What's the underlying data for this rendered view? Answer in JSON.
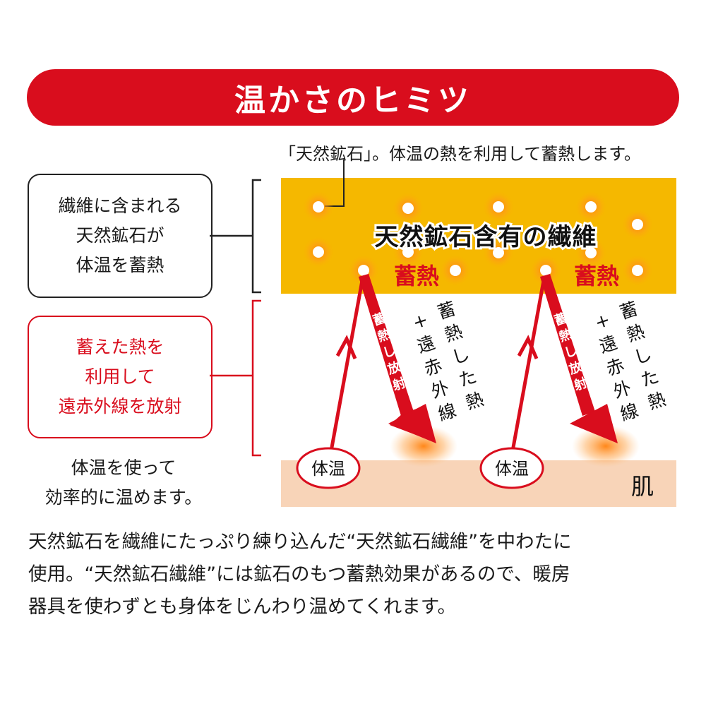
{
  "title": "温かさのヒミツ",
  "top_note": "「天然鉱石」。体温の熱を利用して蓄熱します。",
  "left_box_1": {
    "lines": [
      "繊維に含まれる",
      "天然鉱石が",
      "体温を蓄熱"
    ]
  },
  "left_box_2": {
    "lines": [
      "蓄えた熱を",
      "利用して",
      "遠赤外線を放射"
    ]
  },
  "left_caption": {
    "lines": [
      "体温を使って",
      "効率的に温めます。"
    ]
  },
  "diagram": {
    "fiber_label": "天然鉱石含有の繊維",
    "storage_label": "蓄熱",
    "arrow_label": [
      "蓄",
      "熱",
      "し",
      "放",
      "射"
    ],
    "side_label_col1": [
      "蓄",
      "熱",
      "し",
      "た",
      "熱"
    ],
    "side_label_plus": "+",
    "side_label_col2": [
      "遠",
      "赤",
      "外",
      "線"
    ],
    "body_temp_label": "体温",
    "skin_label": "肌"
  },
  "bottom_text": {
    "lines": [
      "天然鉱石を繊維にたっぷり練り込んだ“天然鉱石繊維”を中わたに",
      "使用。“天然鉱石繊維”には鉱石のもつ蓄熱効果があるので、暖房",
      "器具を使わずとも身体をじんわり温めてくれます。"
    ]
  },
  "colors": {
    "red": "#d90d1d",
    "fiber_band": "#f5b800",
    "skin_band": "#f8d4b8",
    "glow": "#ff9a1a"
  }
}
